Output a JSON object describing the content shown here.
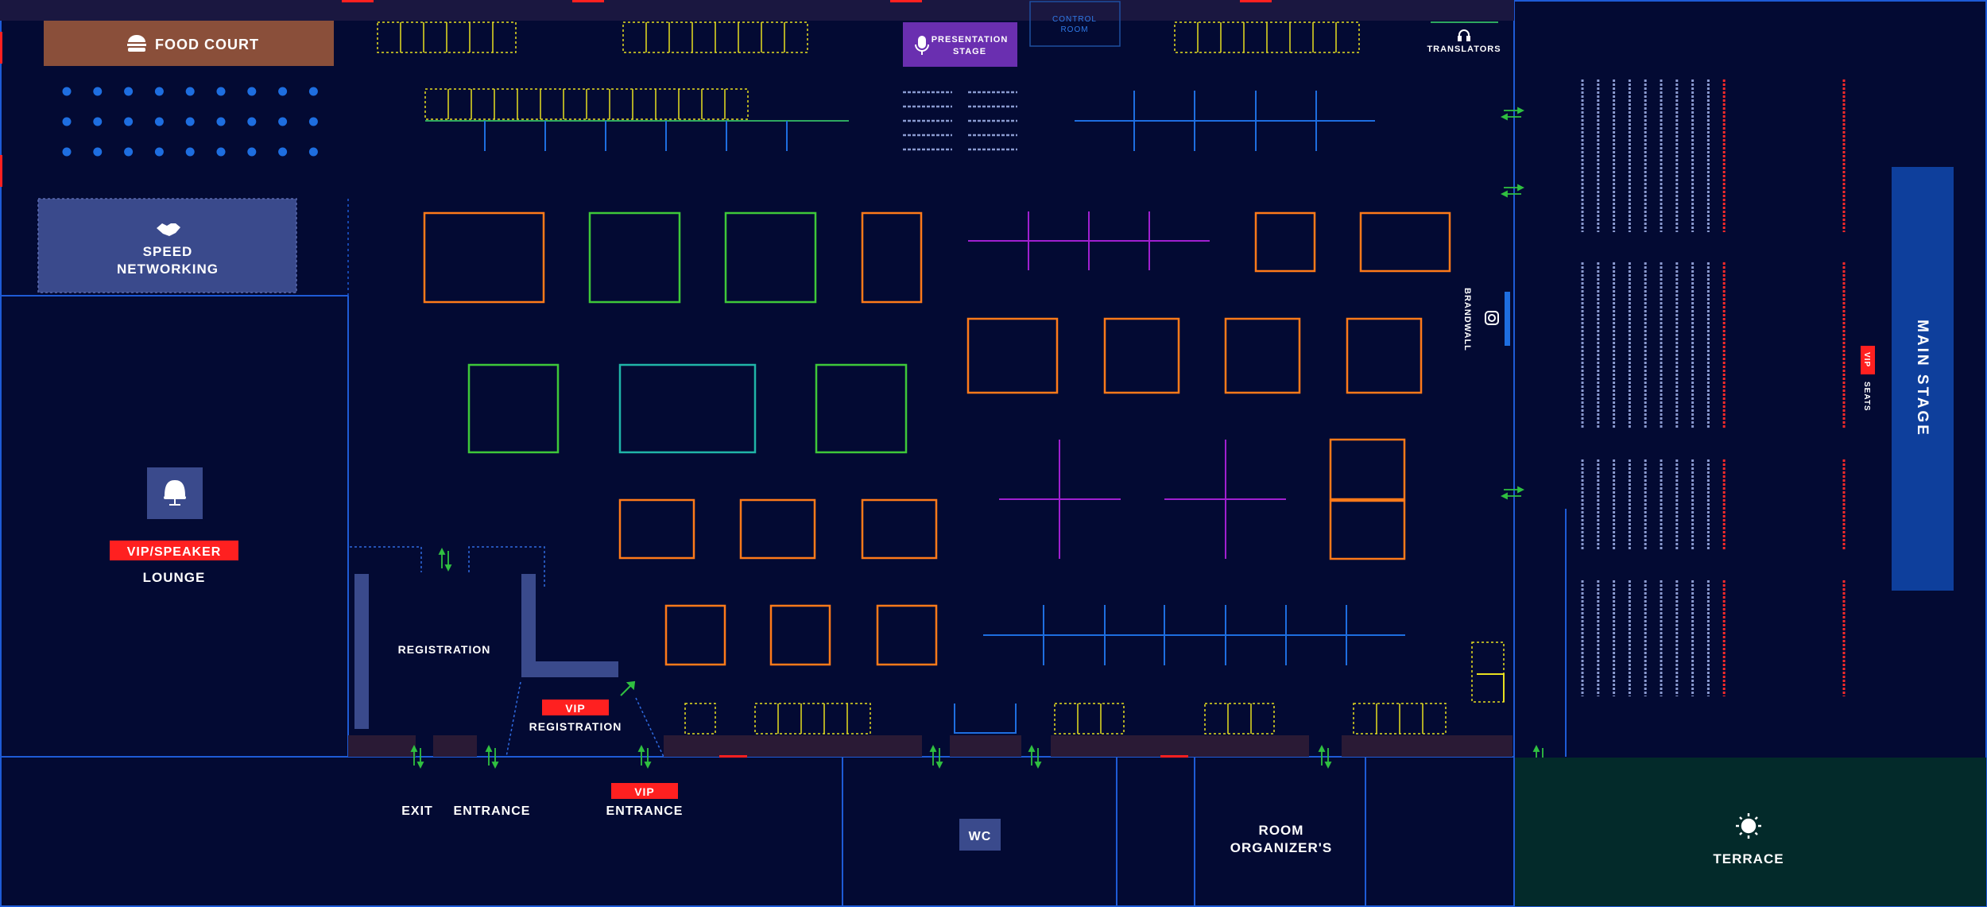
{
  "areas": {
    "food_court": "FOOD COURT",
    "presentation_stage": [
      "PRESENTATION",
      "STAGE"
    ],
    "control_room": [
      "CONTROL",
      "ROOM"
    ],
    "translators": "TRANSLATORS",
    "speed_networking": [
      "SPEED",
      "NETWORKING"
    ],
    "vip_speaker_badge": "VIP/SPEAKER",
    "lounge": "LOUNGE",
    "registration": "REGISTRATION",
    "vip_registration_badge": "VIP",
    "vip_registration": "REGISTRATION",
    "brandwall": "BRANDWALL",
    "vip_seats_badge": "VIP",
    "seats": "SEATS",
    "main_stage": "MAIN STAGE",
    "exit": "EXIT",
    "entrance": "ENTRANCE",
    "vip_entrance_badge": "VIP",
    "vip_entrance": "ENTRANCE",
    "wc": "WC",
    "room_organizers": [
      "ROOM",
      "ORGANIZER'S"
    ],
    "terrace": "TERRACE"
  },
  "icons": {
    "food_court": "burger-icon",
    "presentation_stage": "microphone-icon",
    "translators": "headphones-icon",
    "speed_networking": "handshake-icon",
    "lounge": "armchair-icon",
    "brandwall": "camera-icon",
    "terrace": "sun-icon",
    "doors": "double-arrow-icon"
  },
  "colors": {
    "background": "#030a33",
    "wall": "#1e5bd6",
    "food_court": "#8a4f3a",
    "presentation_stage": "#6a2fb0",
    "main_stage": "#0e3f9c",
    "speed_networking": "#3a4a8c",
    "vip": "#ff2020",
    "terrace": "#032a2a",
    "booth_orange": "#ff7a1a",
    "booth_green": "#3ec83a",
    "booth_teal": "#20b5a8",
    "divider_purple": "#a020d0",
    "divider_blue": "#1e6ee0",
    "counter_yellow": "#e8e020",
    "door_green": "#30c040",
    "seat_dash": "#8a9ad0",
    "seat_vip": "#ff2a2a"
  }
}
